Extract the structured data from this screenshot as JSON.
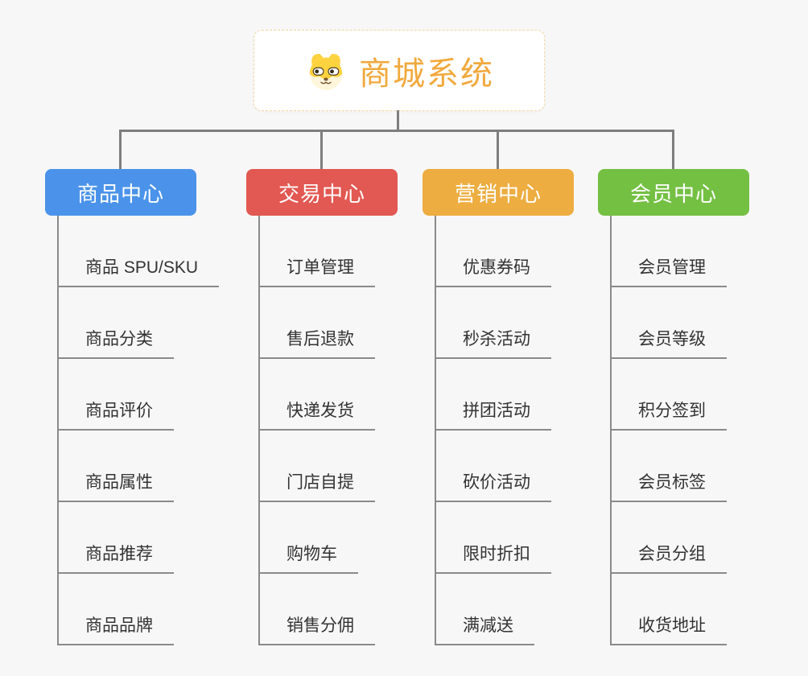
{
  "root": {
    "title": "商城系统",
    "icon": "dog-face-icon"
  },
  "branches": [
    {
      "label": "商品中心",
      "color": "#4B93EA",
      "items": [
        "商品 SPU/SKU",
        "商品分类",
        "商品评价",
        "商品属性",
        "商品推荐",
        "商品品牌"
      ]
    },
    {
      "label": "交易中心",
      "color": "#E25852",
      "items": [
        "订单管理",
        "售后退款",
        "快递发货",
        "门店自提",
        "购物车",
        "销售分佣"
      ]
    },
    {
      "label": "营销中心",
      "color": "#EDAD40",
      "items": [
        "优惠券码",
        "秒杀活动",
        "拼团活动",
        "砍价活动",
        "限时折扣",
        "满减送"
      ]
    },
    {
      "label": "会员中心",
      "color": "#74C043",
      "items": [
        "会员管理",
        "会员等级",
        "积分签到",
        "会员标签",
        "会员分组",
        "收货地址"
      ]
    }
  ],
  "colors": {
    "background": "#F7F7F7",
    "connector": "#7E7E7E",
    "item_line": "#8A8A8A",
    "item_text": "#333333",
    "root_text": "#F1A93D",
    "root_border": "#F2D7A0"
  }
}
